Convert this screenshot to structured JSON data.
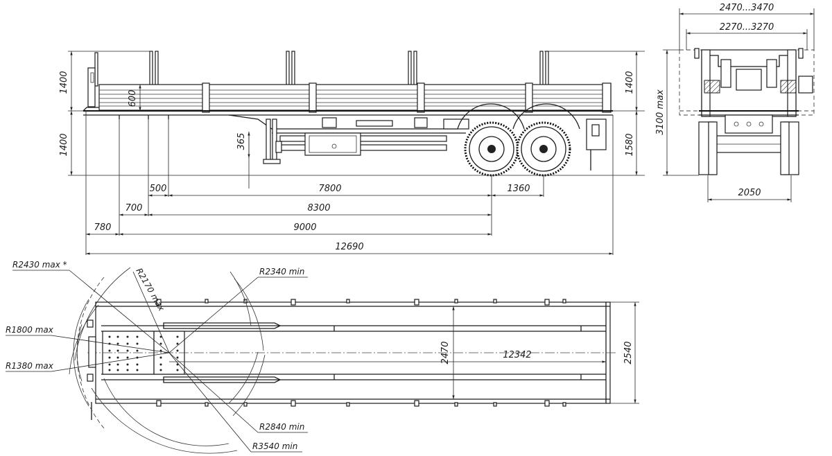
{
  "side_view": {
    "dims": {
      "d1400_top_left": "1400",
      "d600": "600",
      "d1400_bottom_left": "1400",
      "d365": "365",
      "d1400_right": "1400",
      "d1580": "1580",
      "d500": "500",
      "d7800": "7800",
      "d1360": "1360",
      "d700": "700",
      "d8300": "8300",
      "d780": "780",
      "d9000": "9000",
      "d12690": "12690"
    }
  },
  "rear_view": {
    "dims": {
      "width_outer": "2470...3470",
      "width_inner": "2270...3270",
      "height_max": "3100 max",
      "track": "2050"
    }
  },
  "top_view": {
    "dims": {
      "r2430": "R2430 max *",
      "r2170": "R2170 max",
      "r2340": "R2340 min",
      "r1800": "R1800 max",
      "r1380": "R1380 max",
      "r2840": "R2840 min",
      "r3540": "R3540 min",
      "inner_width": "2470",
      "inner_length": "12342",
      "overall_width": "2540"
    }
  }
}
